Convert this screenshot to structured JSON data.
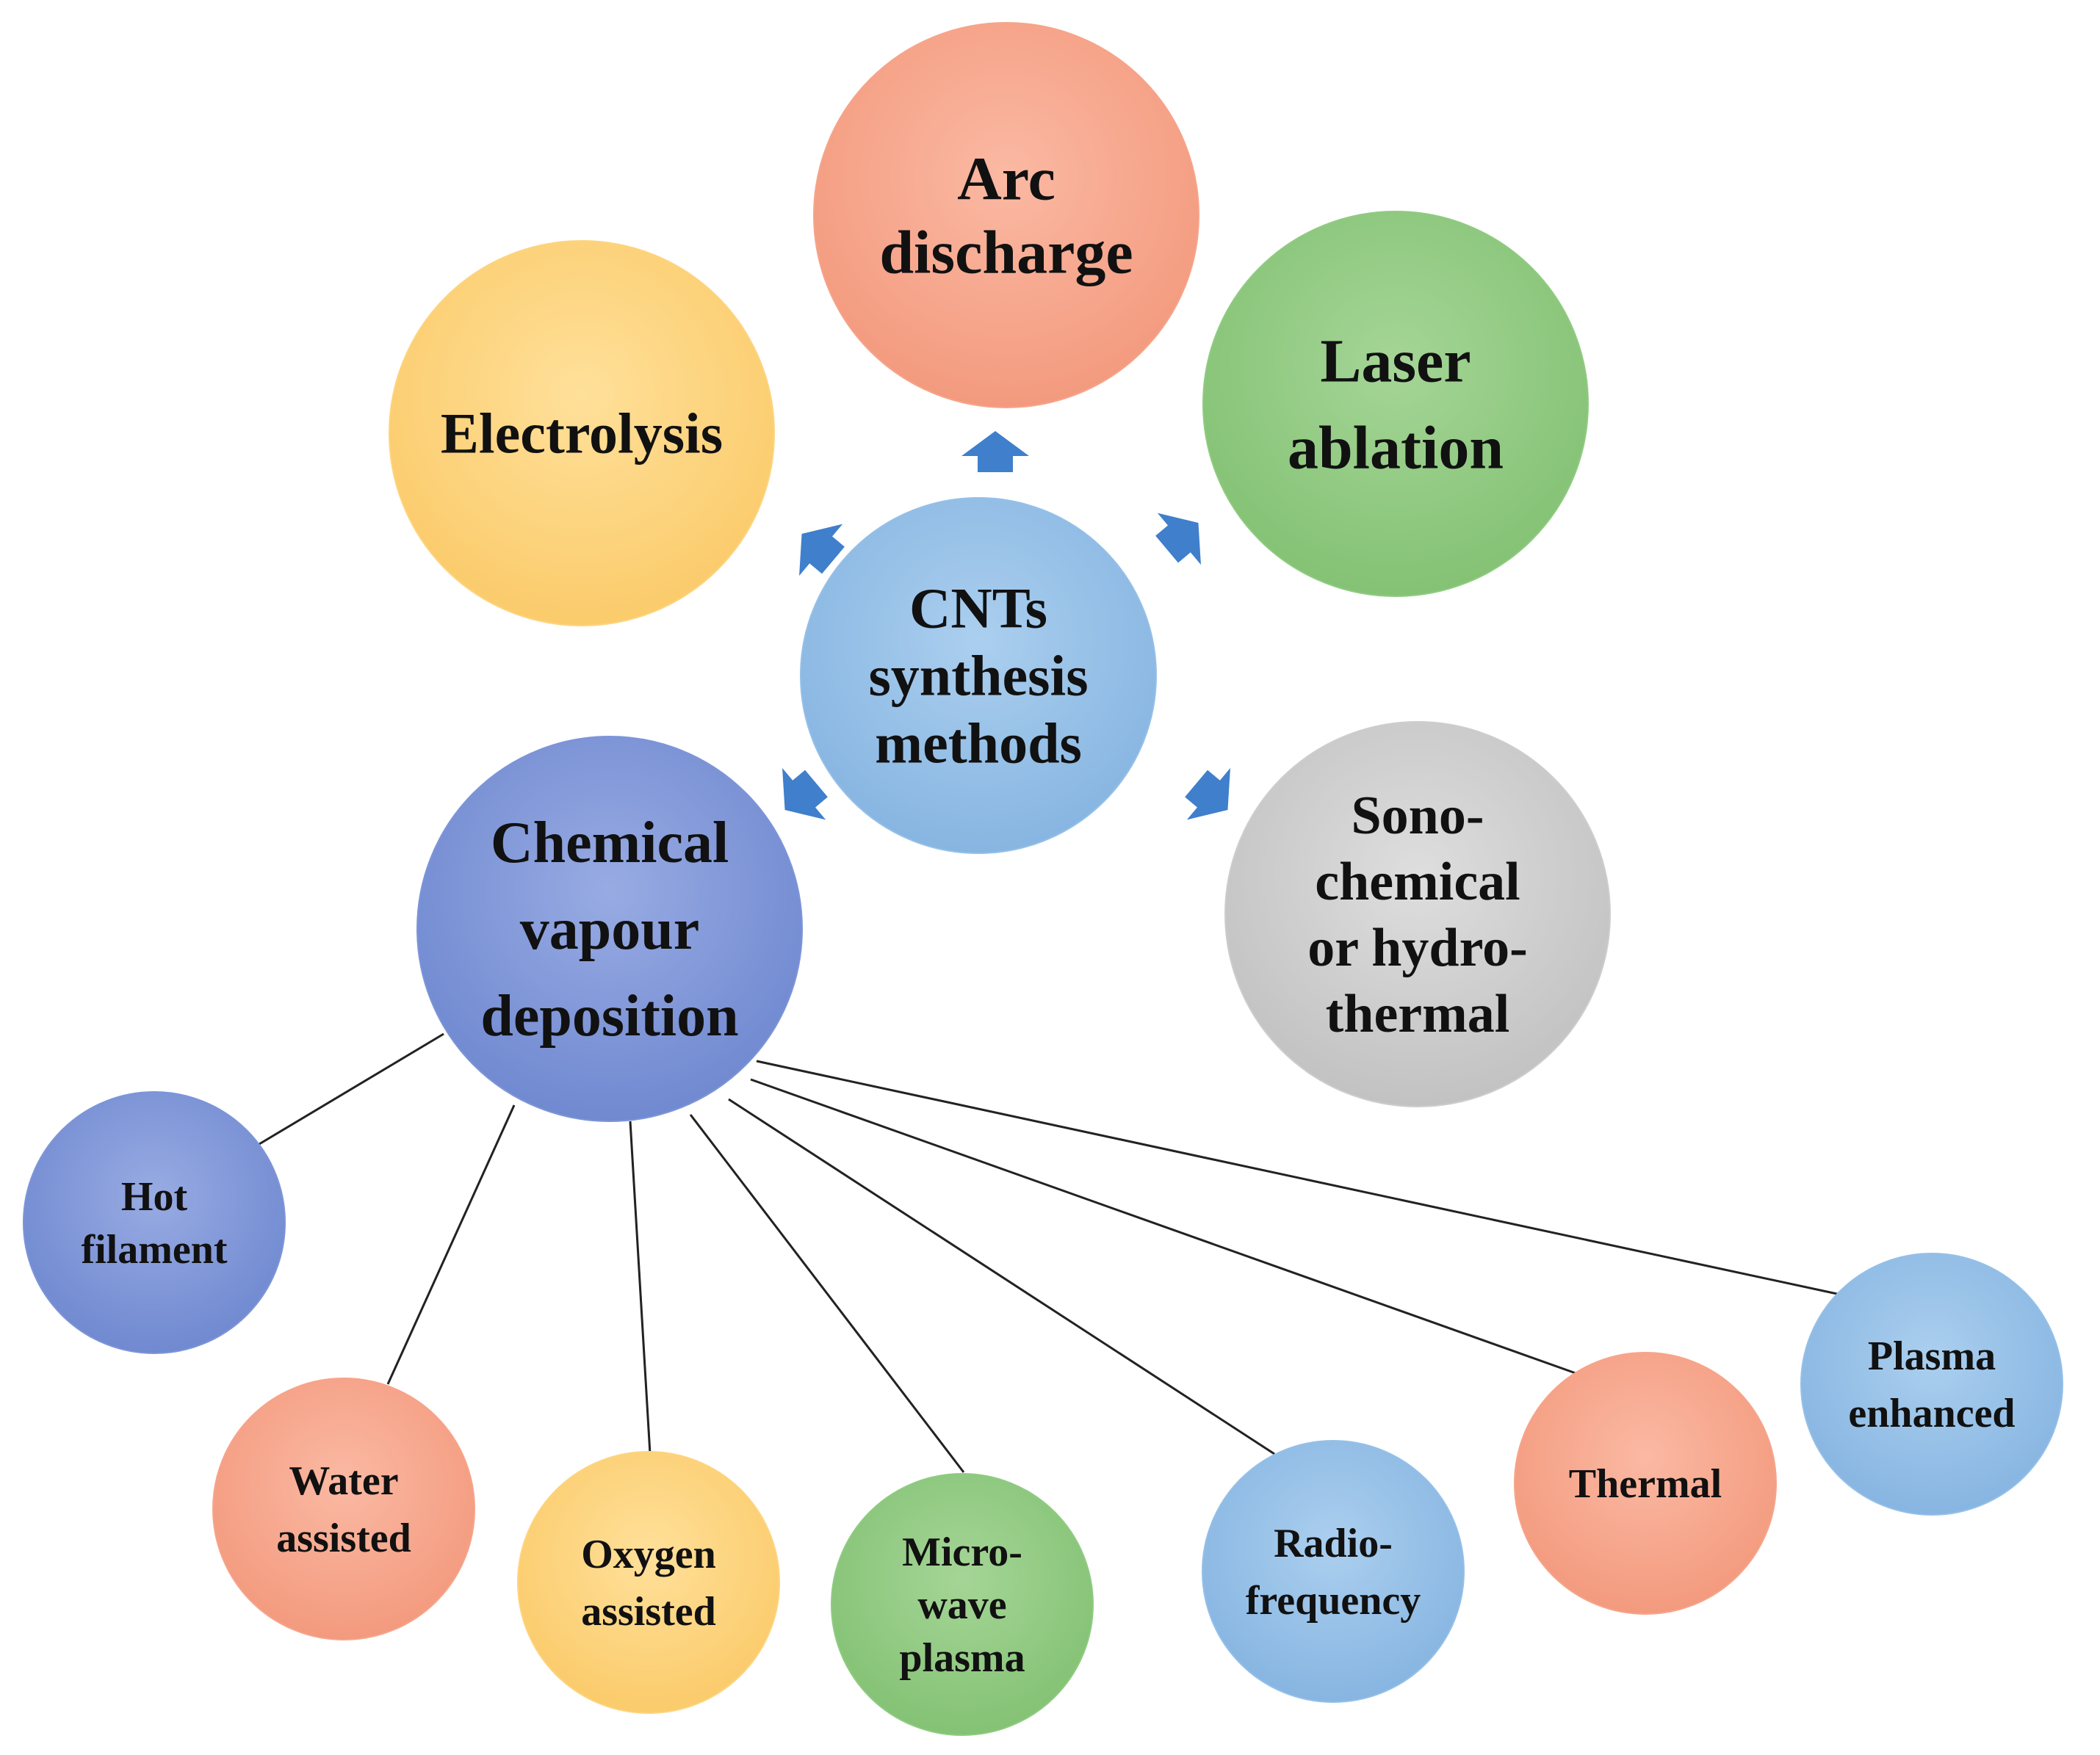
{
  "colors": {
    "orange": "#F6A48A",
    "yellow": "#FDD47E",
    "green": "#8FCB81",
    "blue_light": "#94C0E8",
    "blue_dark": "#7D95D8",
    "gray": "#CDCDCD",
    "arrow": "#3F7FCB",
    "line": "#222222"
  },
  "center": {
    "lines": [
      "CNTs",
      "synthesis",
      "methods"
    ],
    "color": "blue_light"
  },
  "methods": [
    {
      "id": "arc-discharge",
      "lines": [
        "Arc",
        "discharge"
      ],
      "color": "orange"
    },
    {
      "id": "electrolysis",
      "lines": [
        "Electrolysis"
      ],
      "color": "yellow"
    },
    {
      "id": "laser-ablation",
      "lines": [
        "Laser",
        "ablation"
      ],
      "color": "green"
    },
    {
      "id": "chemical-vapour-deposition",
      "lines": [
        "Chemical",
        "vapour",
        "deposition"
      ],
      "color": "blue_dark"
    },
    {
      "id": "sonochemical-hydrothermal",
      "lines": [
        "Sono-",
        "chemical",
        "or hydro-",
        "thermal"
      ],
      "color": "gray"
    }
  ],
  "cvd_variants": [
    {
      "id": "hot-filament",
      "lines": [
        "Hot",
        "filament"
      ],
      "color": "blue_dark"
    },
    {
      "id": "water-assisted",
      "lines": [
        "Water",
        "assisted"
      ],
      "color": "orange"
    },
    {
      "id": "oxygen-assisted",
      "lines": [
        "Oxygen",
        "assisted"
      ],
      "color": "yellow"
    },
    {
      "id": "microwave-plasma",
      "lines": [
        "Micro-",
        "wave",
        "plasma"
      ],
      "color": "green"
    },
    {
      "id": "radio-frequency",
      "lines": [
        "Radio-",
        "frequency"
      ],
      "color": "blue_light"
    },
    {
      "id": "thermal",
      "lines": [
        "Thermal"
      ],
      "color": "orange"
    },
    {
      "id": "plasma-enhanced",
      "lines": [
        "Plasma",
        "enhanced"
      ],
      "color": "blue_light"
    }
  ]
}
